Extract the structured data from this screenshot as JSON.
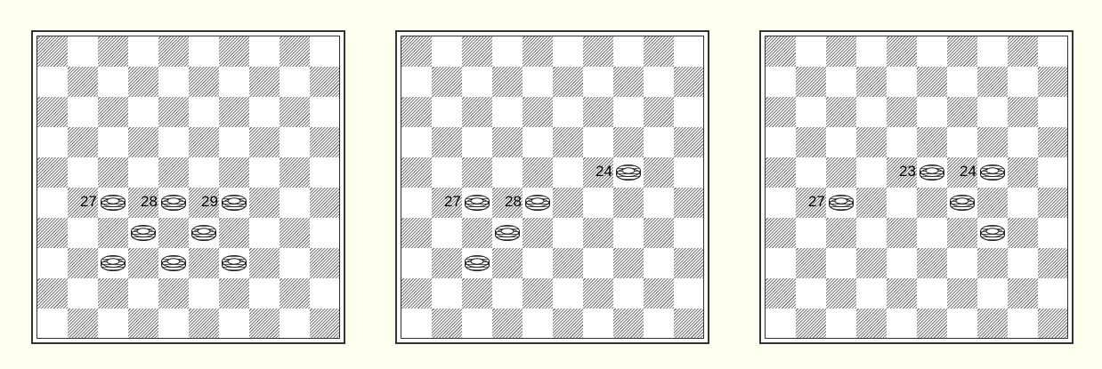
{
  "colors": {
    "background": "#fffff0",
    "dark_square": "#7a7a7a",
    "light_square": "#ffffff",
    "frame": "#333333"
  },
  "boards": [
    {
      "name": "board-1",
      "pieces": [
        {
          "label": "27",
          "row": 5,
          "col": 2
        },
        {
          "label": "28",
          "row": 5,
          "col": 4
        },
        {
          "label": "29",
          "row": 5,
          "col": 6
        },
        {
          "label": "",
          "row": 6,
          "col": 3
        },
        {
          "label": "",
          "row": 6,
          "col": 5
        },
        {
          "label": "",
          "row": 7,
          "col": 2
        },
        {
          "label": "",
          "row": 7,
          "col": 4
        },
        {
          "label": "",
          "row": 7,
          "col": 6
        }
      ]
    },
    {
      "name": "board-2",
      "pieces": [
        {
          "label": "24",
          "row": 4,
          "col": 7
        },
        {
          "label": "27",
          "row": 5,
          "col": 2
        },
        {
          "label": "28",
          "row": 5,
          "col": 4
        },
        {
          "label": "",
          "row": 6,
          "col": 3
        },
        {
          "label": "",
          "row": 7,
          "col": 2
        }
      ]
    },
    {
      "name": "board-3",
      "pieces": [
        {
          "label": "23",
          "row": 4,
          "col": 5
        },
        {
          "label": "24",
          "row": 4,
          "col": 7
        },
        {
          "label": "27",
          "row": 5,
          "col": 2
        },
        {
          "label": "",
          "row": 5,
          "col": 6
        },
        {
          "label": "",
          "row": 6,
          "col": 7
        }
      ]
    }
  ]
}
